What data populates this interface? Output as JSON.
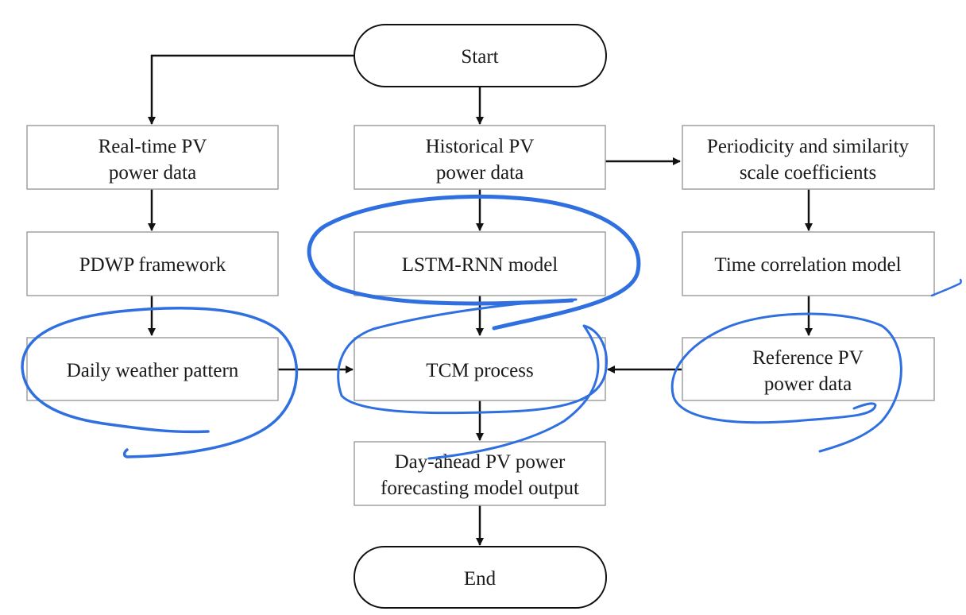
{
  "colors": {
    "line": "#111111",
    "box_border": "#a0a0a0",
    "terminal_border": "#111111",
    "annotation": "#2f6fe0"
  },
  "nodes": {
    "start": "Start",
    "realtime": [
      "Real-time PV",
      "power data"
    ],
    "historical": [
      "Historical PV",
      "power data"
    ],
    "periodicity": [
      "Periodicity and similarity",
      "scale coefficients"
    ],
    "pdwp": "PDWP framework",
    "lstm": "LSTM-RNN model",
    "timecorr": "Time correlation model",
    "daily": "Daily weather pattern",
    "tcm": "TCM process",
    "reference": [
      "Reference PV",
      "power data"
    ],
    "output": [
      "Day-ahead PV power",
      "forecasting model output"
    ],
    "end": "End"
  }
}
